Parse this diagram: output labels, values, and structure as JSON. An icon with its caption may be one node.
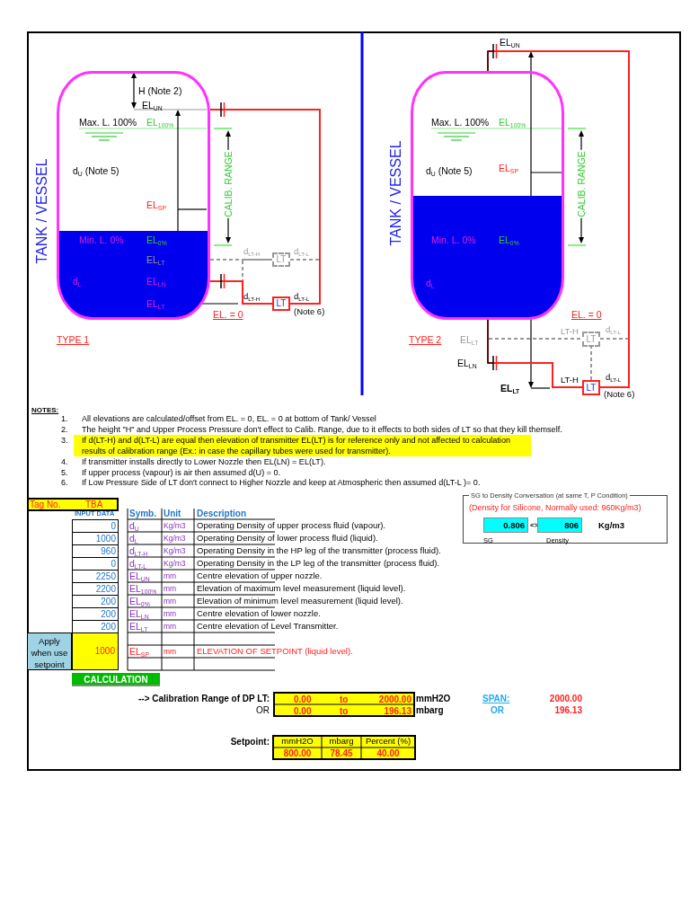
{
  "diagram": {
    "nodes": [
      {
        "text": [
          "TANK / VESSEL"
        ]
      },
      {
        "text": [
          "LT"
        ],
        "beside": [
          "d$_{LT-H}$",
          "d$_{LT-L}$"
        ]
      },
      {
        "text": [
          "LT"
        ],
        "beside": [
          "d$_{LT-H}$",
          "d$_{LT-L}$",
          "(Note 6)"
        ]
      },
      {
        "text": [
          "TANK / VESSEL"
        ]
      },
      {
        "text": [
          "LT"
        ],
        "beside": [
          "LT-H",
          "d$_{LT-L}$"
        ]
      },
      {
        "text": [
          "LT"
        ],
        "beside": [
          "LT-H",
          "d$_{LT-L}$",
          "(Note 6)"
        ]
      },
      {
        "text": [
          "SG to Density Conversation (at same T, P Condition)",
          "(Density for Silicone, Normally used: 960Kg/m3)",
          "<>",
          "Kg/m3",
          "SG",
          "Density"
        ]
      },
      {
        "text": [
          "0.806"
        ],
        "in": 6
      },
      {
        "text": [
          "806"
        ],
        "in": 6
      }
    ],
    "edges": [
      {
        "from": 0,
        "to": 2,
        "arrow": "none",
        "color": "#ff2020"
      },
      {
        "from": 0,
        "to": 2,
        "arrow": "none",
        "color": "#ff2020"
      },
      {
        "from": 0,
        "to": 1,
        "arrow": "none",
        "style": "dashed"
      },
      {
        "from": 1,
        "to": null,
        "arrow": "none",
        "style": "dashed"
      },
      {
        "from": 3,
        "to": 5,
        "arrow": "none",
        "color": "#ff2020"
      },
      {
        "from": 3,
        "to": 5,
        "arrow": "none",
        "color": "#ff2020"
      },
      {
        "from": 3,
        "to": 4,
        "arrow": "none",
        "style": "dashed"
      },
      {
        "from": 4,
        "to": null,
        "arrow": "none",
        "style": "dashed"
      },
      {
        "from": 2,
        "to": 1,
        "arrow": "none",
        "style": "dashed"
      },
      {
        "from": 5,
        "to": 4,
        "arrow": "none",
        "style": "dashed"
      }
    ],
    "labels": [
      "H (Note 2)",
      "EL$_{UN}$",
      "Max. L. 100%",
      "EL$_{100%}$",
      "d$_{U}$ (Note 5)",
      "EL$_{SP}$",
      "CALIB. RANGE",
      "Min. L. 0%",
      "EL$_{0%}$",
      "EL$_{LT}$",
      "d$_{L}$",
      "EL$_{LN}$",
      "EL$_{LT}$",
      "EL. = 0",
      "TYPE 1",
      "EL$_{UN}$",
      "Max. L. 100%",
      "EL$_{100%}$",
      "d$_{U}$ (Note 5)",
      "EL$_{SP}$",
      "CALIB. RANGE",
      "Min. L. 0%",
      "EL$_{0%}$",
      "d$_{L}$",
      "EL. = 0",
      "TYPE 2",
      "EL$_{LT}$",
      "EL$_{LN}$",
      "EL$_{LT}$",
      "NOTES:",
      "1.",
      "All elevations are calculated/offset from EL. = 0, EL. = 0 at bottom of Tank/ Vessel",
      "2.",
      "The height \"H\" and Upper Process Pressure don't effect to Calib. Range, due to it effects to both sides of LT so that they kill themself.",
      "3.",
      "If d(LT-H) and d(LT-L) are equal then elevation of transmitter EL(LT) is for reference only and not affected to calculation results of calibration range (Ex.: in case the capillary tubes were used for transmitter).",
      "4.",
      "If transmitter installs directly to Lower Nozzle then EL(LN) = EL(LT).",
      "5.",
      "If upper process (vapour) is air then assumed d(U) = 0.",
      "6.",
      "If Low Pressure Side of LT don't connect to Higher Nozzle and keep at Atmospheric then assumed d(LT-L )= 0.",
      "Tag No.",
      "TBA",
      "INPUT DATA",
      "Symb.",
      "Unit",
      "Description",
      "0",
      "d$_{U}$",
      "Kg/m3",
      "Operating Density of upper process fluid (vapour).",
      "1000",
      "d$_{L}$",
      "Kg/m3",
      "Operating Density of lower process fluid (liquid).",
      "960",
      "d$_{LT-H}$",
      "Kg/m3",
      "Operating Density in the HP leg of the transmitter (process fluid).",
      "0",
      "d$_{LT-L}$",
      "Kg/m3",
      "Operating Density in the LP leg of the transmitter (process fluid).",
      "2250",
      "EL$_{UN}$",
      "mm",
      "Centre elevation of upper nozzle.",
      "2200",
      "EL$_{100%}$",
      "mm",
      "Elevation of maximum level measurement (liquid level).",
      "200",
      "EL$_{0%}$",
      "mm",
      "Elevation of minimum level measurement (liquid level).",
      "200",
      "EL$_{LN}$",
      "mm",
      "Centre elevation of lower nozzle.",
      "200",
      "EL$_{LT}$",
      "mm",
      "Centre elevation of Level Transmitter.",
      "Apply when use setpoint",
      "1000",
      "EL$_{SP}$",
      "mm",
      "ELEVATION OF SETPOINT (liquid level).",
      "CALCULATION",
      "--> Calibration Range of DP LT:",
      "0.00",
      "to",
      "2000.00",
      "mmH2O",
      "SPAN:",
      "2000.00",
      "OR",
      "0.00",
      "to",
      "196.13",
      "mbarg",
      "OR",
      "196.13",
      "Setpoint:",
      "mmH2O",
      "mbarg",
      "Percent (%)",
      "800.00",
      "78.45",
      "40.00"
    ]
  }
}
